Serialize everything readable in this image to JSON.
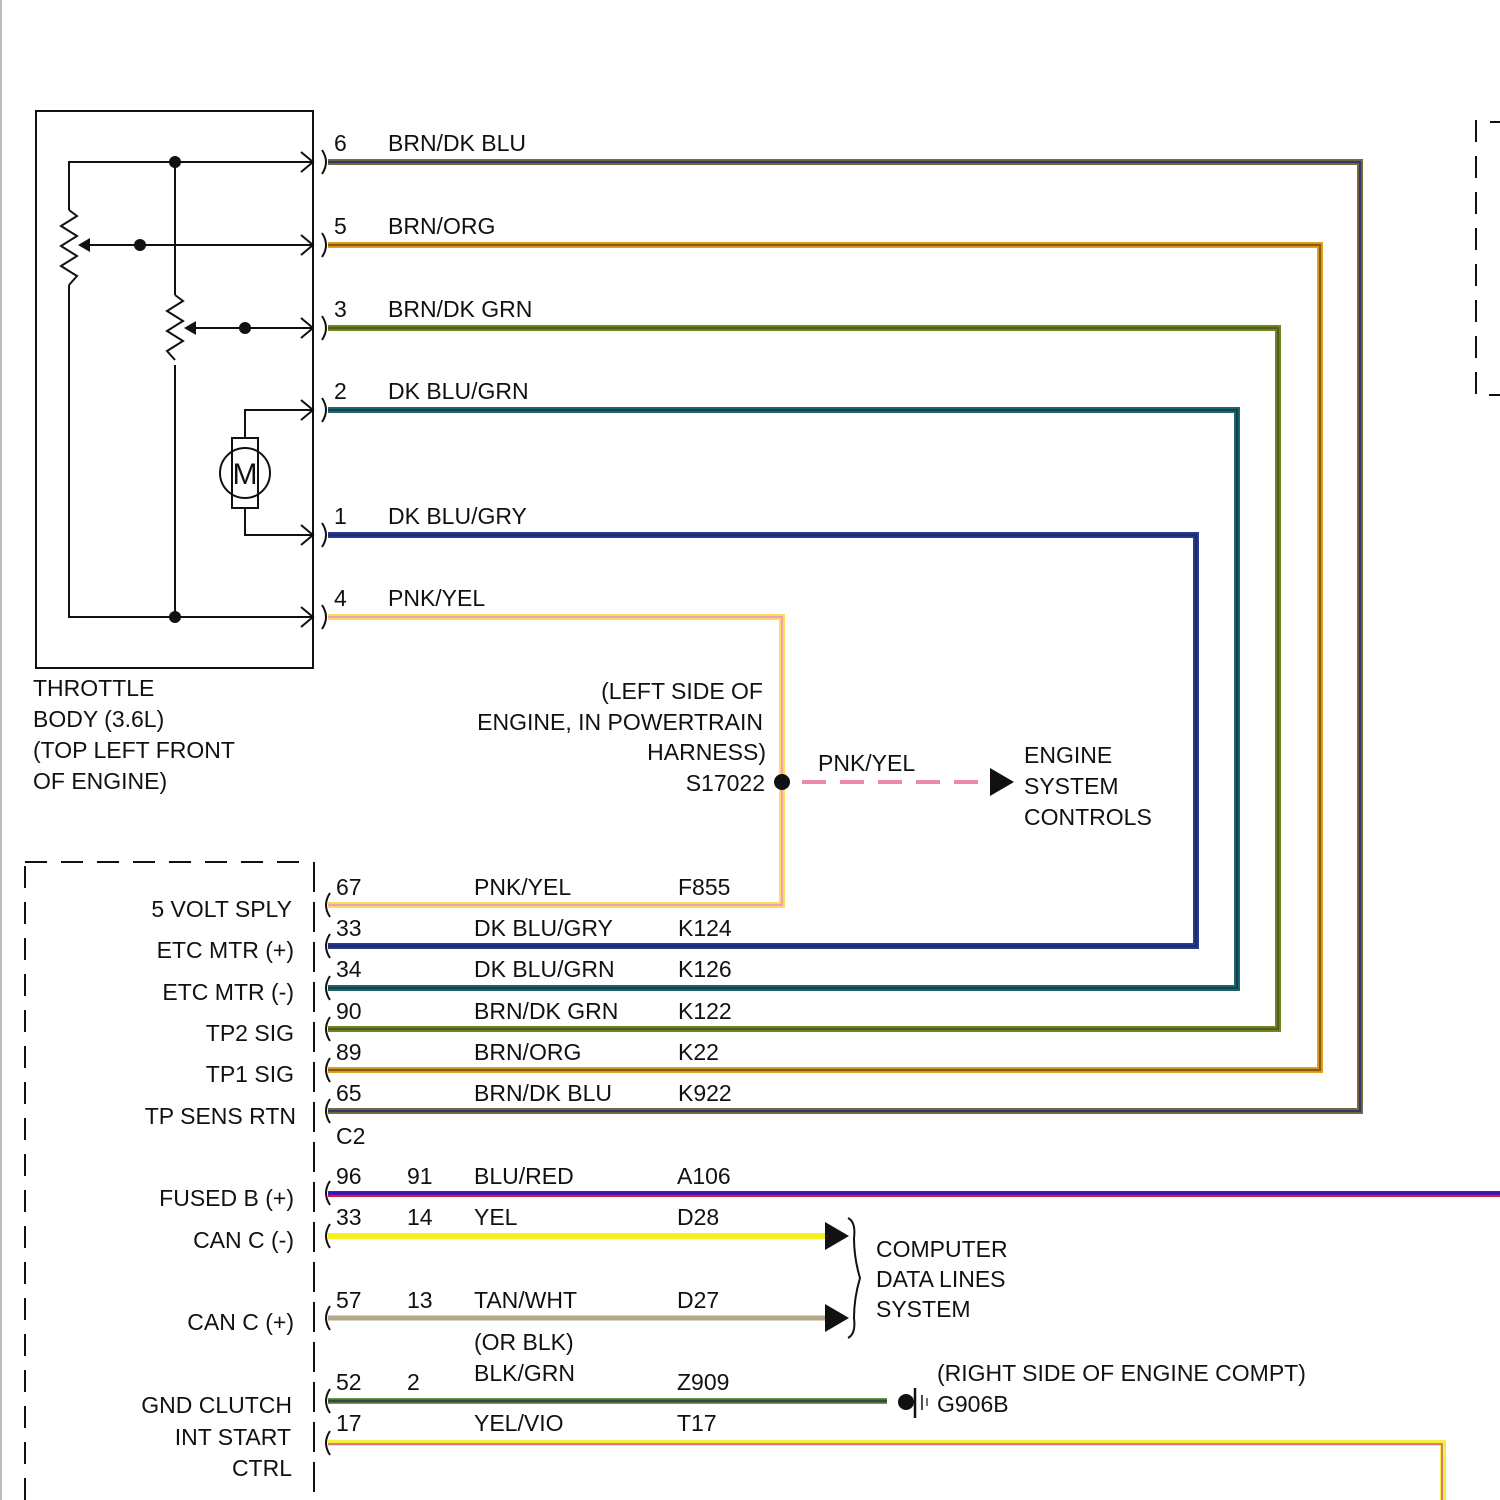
{
  "component": {
    "name_lines": [
      "THROTTLE",
      "BODY (3.6L)",
      "(TOP LEFT FRONT",
      "OF ENGINE)"
    ],
    "motor_label": "M"
  },
  "splice": {
    "location_lines": [
      "(LEFT SIDE OF",
      "ENGINE, IN POWERTRAIN",
      "HARNESS)"
    ],
    "id": "S17022",
    "wire_color": "PNK/YEL",
    "destination_lines": [
      "ENGINE",
      "SYSTEM",
      "CONTROLS"
    ]
  },
  "throttle_wires": [
    {
      "pin": "6",
      "color": "BRN/DK BLU",
      "base": "#7a6a3c",
      "tracer": "#2a3a6a"
    },
    {
      "pin": "5",
      "color": "BRN/ORG",
      "base": "#e0a020",
      "tracer": "#8a5a10"
    },
    {
      "pin": "3",
      "color": "BRN/DK GRN",
      "base": "#6a8a20",
      "tracer": "#5a5a20"
    },
    {
      "pin": "2",
      "color": "DK BLU/GRN",
      "base": "#1e6a5a",
      "tracer": "#183a6a"
    },
    {
      "pin": "1",
      "color": "DK BLU/GRY",
      "base": "#2a3a8a",
      "tracer": "#1a2a7a"
    },
    {
      "pin": "4",
      "color": "PNK/YEL",
      "base": "#f8e060",
      "tracer": "#f4a0b4"
    }
  ],
  "pcm_connector": {
    "name": "C2",
    "pins": [
      {
        "label": "5 VOLT SPLY",
        "pin": "67",
        "color": "PNK/YEL",
        "circuit": "F855"
      },
      {
        "label": "ETC MTR (+)",
        "pin": "33",
        "color": "DK BLU/GRY",
        "circuit": "K124"
      },
      {
        "label": "ETC MTR (-)",
        "pin": "34",
        "color": "DK BLU/GRN",
        "circuit": "K126"
      },
      {
        "label": "TP2 SIG",
        "pin": "90",
        "color": "BRN/DK GRN",
        "circuit": "K122"
      },
      {
        "label": "TP1 SIG",
        "pin": "89",
        "color": "BRN/ORG",
        "circuit": "K22"
      },
      {
        "label": "TP SENS RTN",
        "pin": "65",
        "color": "BRN/DK BLU",
        "circuit": "K922"
      }
    ]
  },
  "other_circuits": [
    {
      "label": "FUSED B (+)",
      "pin": "96",
      "pin2": "91",
      "color": "BLU/RED",
      "circuit": "A106"
    },
    {
      "label": "CAN C (-)",
      "pin": "33",
      "pin2": "14",
      "color": "YEL",
      "circuit": "D28"
    },
    {
      "label": "CAN C (+)",
      "pin": "57",
      "pin2": "13",
      "color": "TAN/WHT",
      "circuit": "D27",
      "alt_color": "(OR BLK)"
    },
    {
      "label": "GND CLUTCH",
      "pin": "52",
      "pin2": "2",
      "color": "BLK/GRN",
      "circuit": "Z909"
    },
    {
      "label_lines": [
        "INT START",
        "CTRL"
      ],
      "pin": "17",
      "color": "YEL/VIO",
      "circuit": "T17"
    }
  ],
  "data_lines_dest": [
    "COMPUTER",
    "DATA LINES",
    "SYSTEM"
  ],
  "ground": {
    "location": "(RIGHT SIDE OF ENGINE COMPT)",
    "id": "G906B"
  },
  "colors": {
    "blu_red": "#3a10c8",
    "yel": "#f4f020",
    "tan_wht": "#b4a888",
    "blk_grn": "#3a4a3a",
    "yel_vio": "#f8f040",
    "pnk_dash": "#ec8aa8"
  }
}
